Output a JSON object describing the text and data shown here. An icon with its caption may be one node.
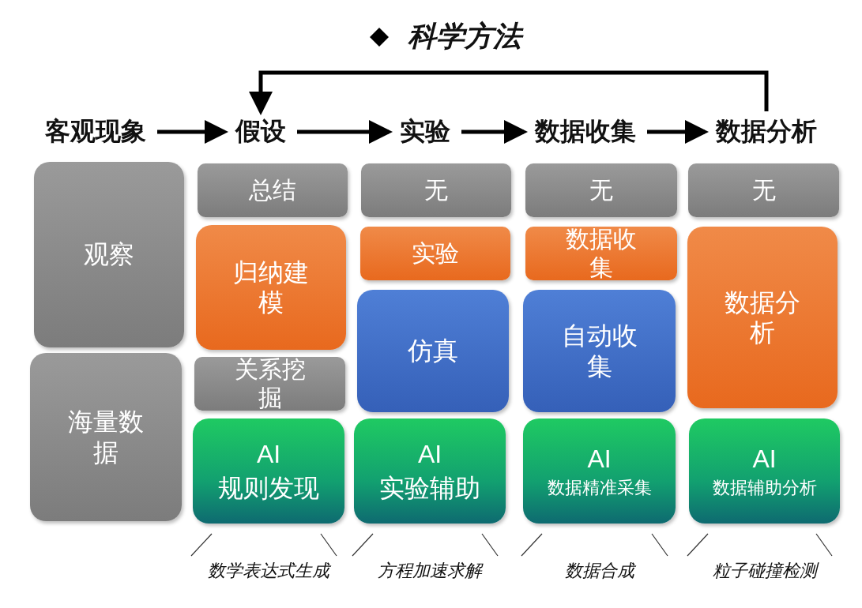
{
  "diagram": {
    "title": "科学方法",
    "nodes": [
      {
        "text": [
          "客观现象"
        ]
      },
      {
        "text": [
          "假设"
        ]
      },
      {
        "text": [
          "实验"
        ]
      },
      {
        "text": [
          "数据收集"
        ]
      },
      {
        "text": [
          "数据分析"
        ]
      },
      {
        "text": [
          "观察"
        ]
      },
      {
        "text": [
          "海量数据"
        ]
      },
      {
        "text": [
          "总结"
        ]
      },
      {
        "text": [
          "归纳建模"
        ]
      },
      {
        "text": [
          "关系挖掘"
        ]
      },
      {
        "text": [
          "AI",
          "规则发现"
        ],
        "beside": [
          "数学表达式生成"
        ]
      },
      {
        "text": [
          "无"
        ]
      },
      {
        "text": [
          "实验"
        ]
      },
      {
        "text": [
          "仿真"
        ]
      },
      {
        "text": [
          "AI",
          "实验辅助"
        ],
        "beside": [
          "方程加速求解"
        ]
      },
      {
        "text": [
          "无"
        ]
      },
      {
        "text": [
          "数据收集"
        ]
      },
      {
        "text": [
          "自动收集"
        ]
      },
      {
        "text": [
          "AI",
          "数据精准采集"
        ],
        "beside": [
          "数据合成"
        ]
      },
      {
        "text": [
          "无"
        ]
      },
      {
        "text": [
          "数据分析"
        ]
      },
      {
        "text": [
          "AI",
          "数据辅助分析"
        ],
        "beside": [
          "粒子碰撞检测"
        ]
      }
    ],
    "edges": [
      {
        "from": 0,
        "to": 1,
        "arrow": "to"
      },
      {
        "from": 1,
        "to": 2,
        "arrow": "to"
      },
      {
        "from": 2,
        "to": 3,
        "arrow": "to"
      },
      {
        "from": 3,
        "to": 4,
        "arrow": "to"
      },
      {
        "from": 4,
        "to": 1,
        "arrow": "to"
      }
    ]
  }
}
